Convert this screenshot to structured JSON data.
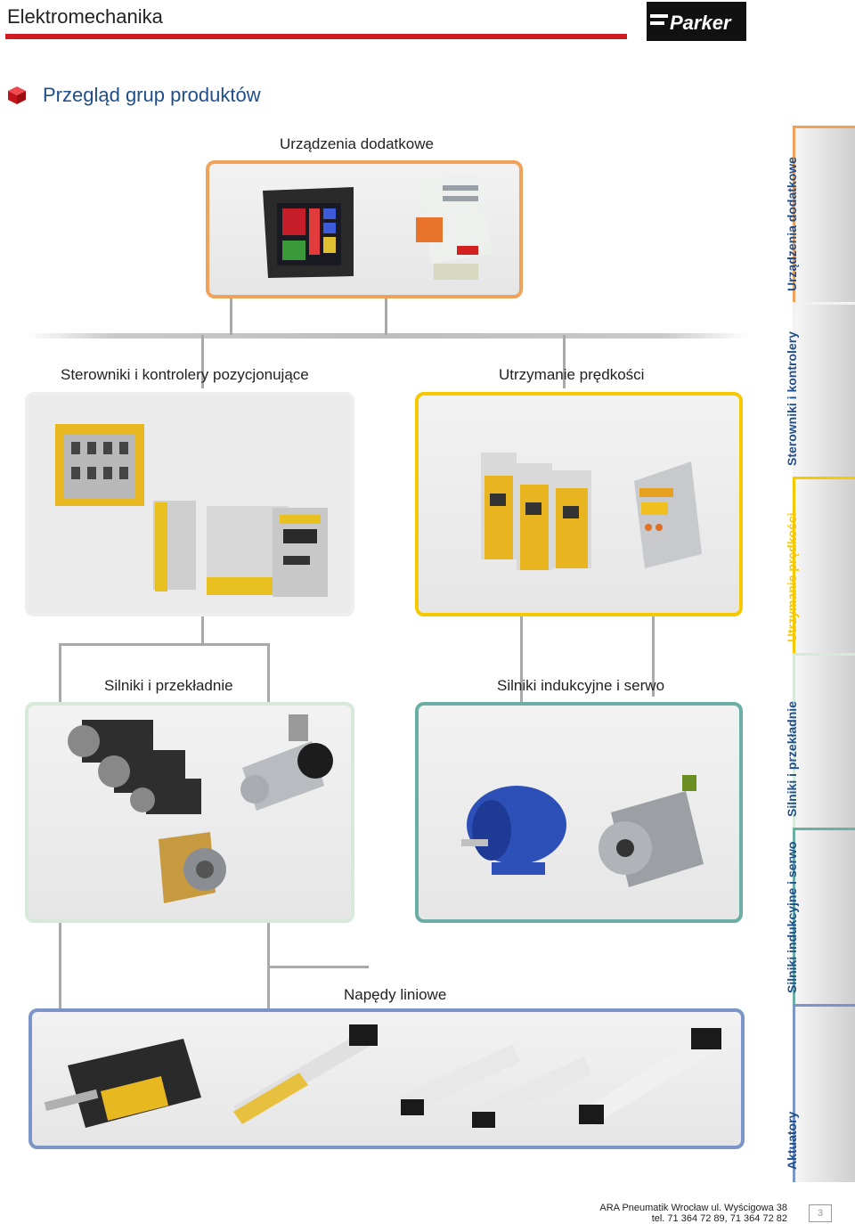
{
  "header": {
    "title": "Elektromechanika",
    "logo_text": "Parker",
    "accent_color": "#d11a22"
  },
  "section": {
    "title": "Przegląd grup produktów",
    "icon": "red-cube-icon"
  },
  "groups": {
    "accessories": "Urządzenia dodatkowe",
    "controllers": "Sterowniki i kontrolery pozycjonujące",
    "speed": "Utrzymanie prędkości",
    "gearmotors": "Silniki i przekładnie",
    "servo": "Silniki indukcyjne i serwo",
    "linear": "Napędy liniowe"
  },
  "side_tabs": [
    {
      "label": "Urządzenia dodatkowe",
      "color": "#f0a25a"
    },
    {
      "label": "Sterowniki i kontrolery",
      "color": "#f2f2f2"
    },
    {
      "label": "Utrzymanie prędkości",
      "color": "#f5c800"
    },
    {
      "label": "Silniki i przekładnie",
      "color": "#d7ead9"
    },
    {
      "label": "Silniki indukcyjne i serwo",
      "color": "#6aaea5"
    },
    {
      "label": "Aktuatory",
      "color": "#7b95c8"
    }
  ],
  "footer": {
    "line1": "ARA Pneumatik   Wrocław   ul. Wyścigowa 38",
    "line2": "tel. 71  364 72 89,  71  364 72 82",
    "page": "3"
  }
}
